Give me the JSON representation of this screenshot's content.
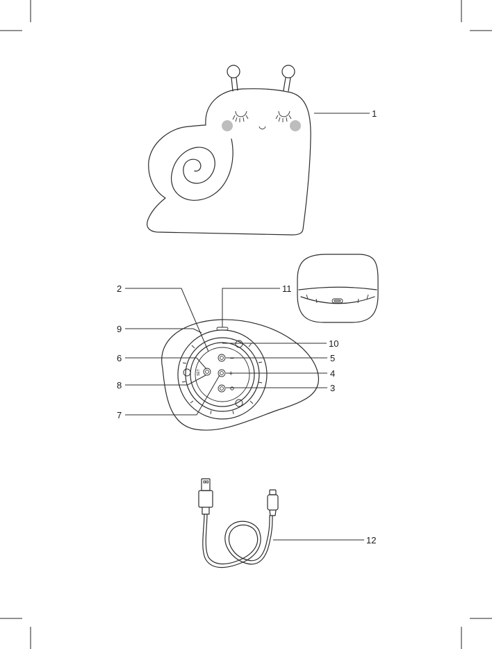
{
  "colors": {
    "line": "#2b2b2b",
    "cheek": "#bdbdbd",
    "background": "#ffffff"
  },
  "figures": {
    "snail_lamp": {
      "icon": "snail-lamp-icon"
    },
    "base_top_view": {
      "icon": "lamp-base-top-view-icon",
      "set_label": "SET"
    },
    "side_view": {
      "icon": "lamp-base-side-view-icon"
    },
    "usb_cable": {
      "icon": "usb-cable-icon"
    }
  },
  "callouts": {
    "c1": "1",
    "c2": "2",
    "c3": "3",
    "c4": "4",
    "c5": "5",
    "c6": "6",
    "c7": "7",
    "c8": "8",
    "c9": "9",
    "c10": "10",
    "c11": "11",
    "c12": "12"
  },
  "buttons": {
    "minus": "−",
    "plus": "+"
  }
}
